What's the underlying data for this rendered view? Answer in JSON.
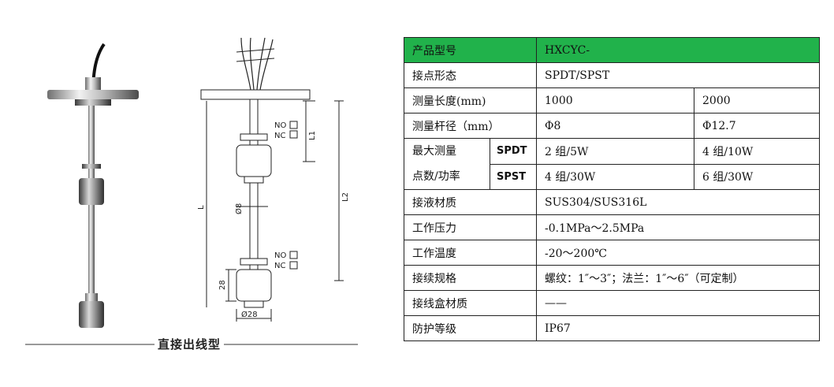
{
  "figure": {
    "caption": "直接出线型",
    "labels": {
      "no_top": "NO",
      "nc_top": "NC",
      "no_bot": "NO",
      "nc_bot": "NC",
      "l1": "L1",
      "l2": "L2",
      "l": "L",
      "phi8": "Ø8",
      "h28": "28",
      "phi28": "Ø28"
    }
  },
  "table": {
    "header": {
      "label": "产品型号",
      "value": "HXCYC-"
    },
    "contact": {
      "label": "接点形态",
      "value": "SPDT/SPST"
    },
    "length": {
      "label": "测量长度(mm)",
      "v1": "1000",
      "v2": "2000"
    },
    "diameter": {
      "label": "测量杆径（mm）",
      "v1": "Φ8",
      "v2": "Φ12.7"
    },
    "max_points": {
      "label_line1": "最大测量",
      "label_line2": "点数/功率",
      "spdt": {
        "type": "SPDT",
        "v1": "2 组/5W",
        "v2": "4 组/10W"
      },
      "spst": {
        "type": "SPST",
        "v1": "4 组/30W",
        "v2": "6 组/30W"
      }
    },
    "material": {
      "label": "接液材质",
      "value": "SUS304/SUS316L"
    },
    "pressure": {
      "label": "工作压力",
      "value": "-0.1MPa～2.5MPa"
    },
    "temperature": {
      "label": "工作温度",
      "value": "-20～200℃"
    },
    "connection": {
      "label": "接续规格",
      "value": "螺纹：1″～3″；法兰：1″～6″（可定制）"
    },
    "box_material": {
      "label": "接线盒材质",
      "value": "——"
    },
    "protection": {
      "label": "防护等级",
      "value": "IP67"
    }
  },
  "colors": {
    "header_green": "#21b24b"
  }
}
